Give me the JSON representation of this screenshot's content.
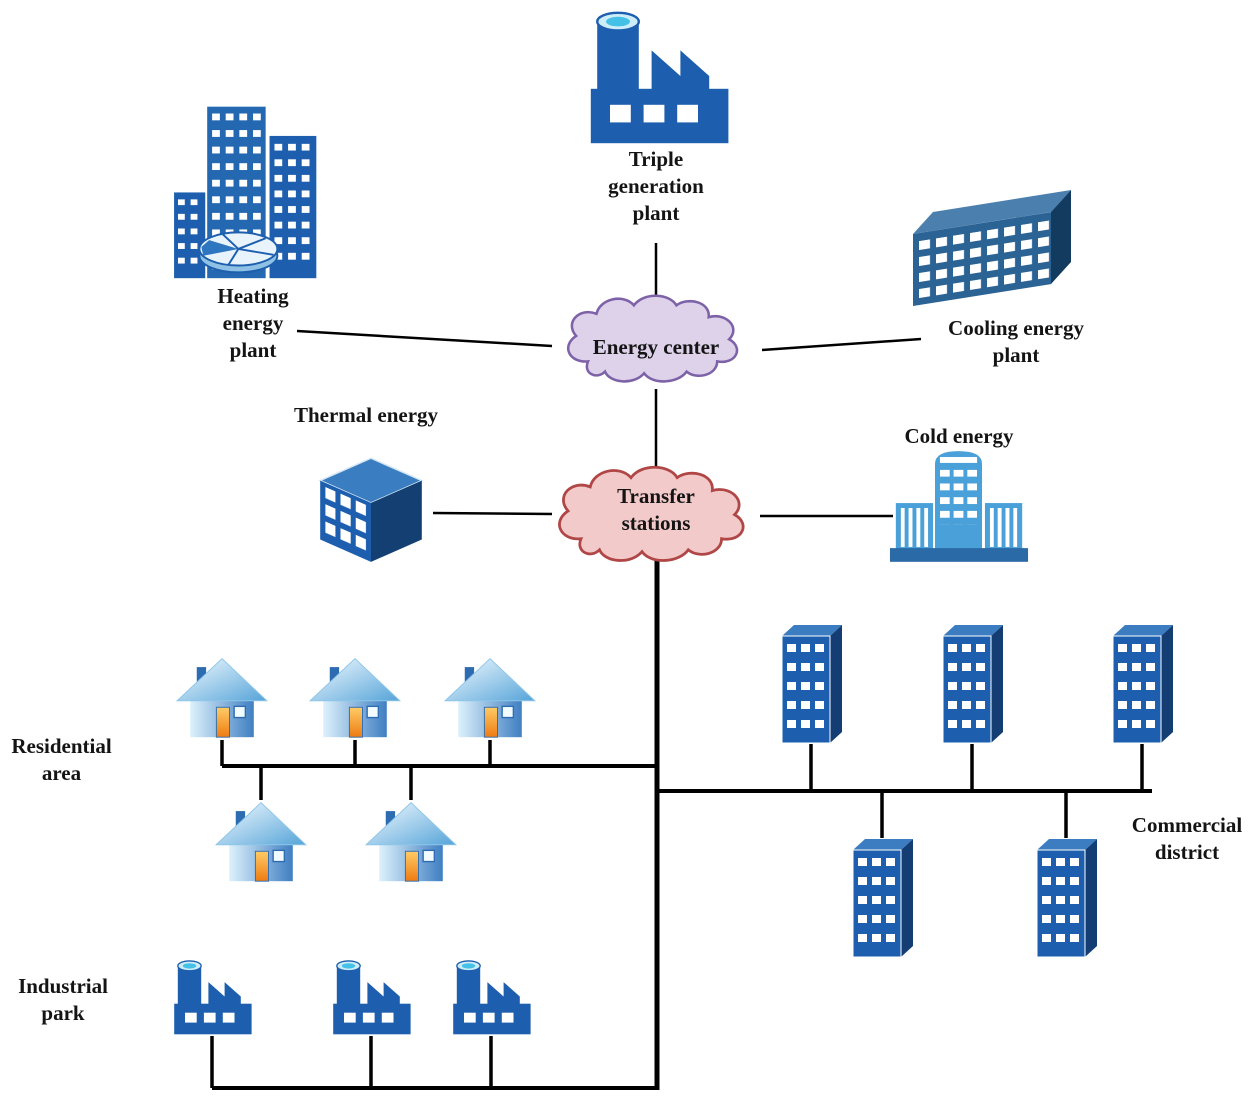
{
  "nodes": {
    "triple_generation_plant": {
      "label": "Triple generation plant"
    },
    "heating_energy_plant": {
      "label": "Heating energy plant"
    },
    "cooling_energy_plant": {
      "label": "Cooling energy plant"
    },
    "energy_center": {
      "label": "Energy center"
    },
    "thermal_energy": {
      "label": "Thermal energy"
    },
    "transfer_stations": {
      "label": "Transfer stations"
    },
    "cold_energy": {
      "label": "Cold energy"
    },
    "residential_area": {
      "label": "Residential area",
      "house_count": 5
    },
    "commercial_district": {
      "label": "Commercial district",
      "building_count": 5
    },
    "industrial_park": {
      "label": "Industrial park",
      "factory_count": 3
    }
  },
  "edges": [
    {
      "from": "Triple generation plant",
      "to": "Energy center"
    },
    {
      "from": "Heating energy plant",
      "to": "Energy center"
    },
    {
      "from": "Cooling energy plant",
      "to": "Energy center"
    },
    {
      "from": "Energy center",
      "to": "Transfer stations"
    },
    {
      "from": "Thermal energy",
      "to": "Transfer stations"
    },
    {
      "from": "Cold energy",
      "to": "Transfer stations"
    },
    {
      "from": "Transfer stations",
      "to": "Residential area"
    },
    {
      "from": "Transfer stations",
      "to": "Commercial district"
    },
    {
      "from": "Transfer stations",
      "to": "Industrial park"
    }
  ],
  "colors": {
    "building_blue": "#1d5fae",
    "light_blue": "#4aa0d8",
    "energy_center_fill": "#ddd2ea",
    "energy_center_border": "#7e62a8",
    "transfer_stations_fill": "#f2caca",
    "transfer_stations_border": "#b04646",
    "door_orange": "#ee7b12",
    "chimney_cyan": "#45c1e8",
    "line_color": "#000000"
  }
}
